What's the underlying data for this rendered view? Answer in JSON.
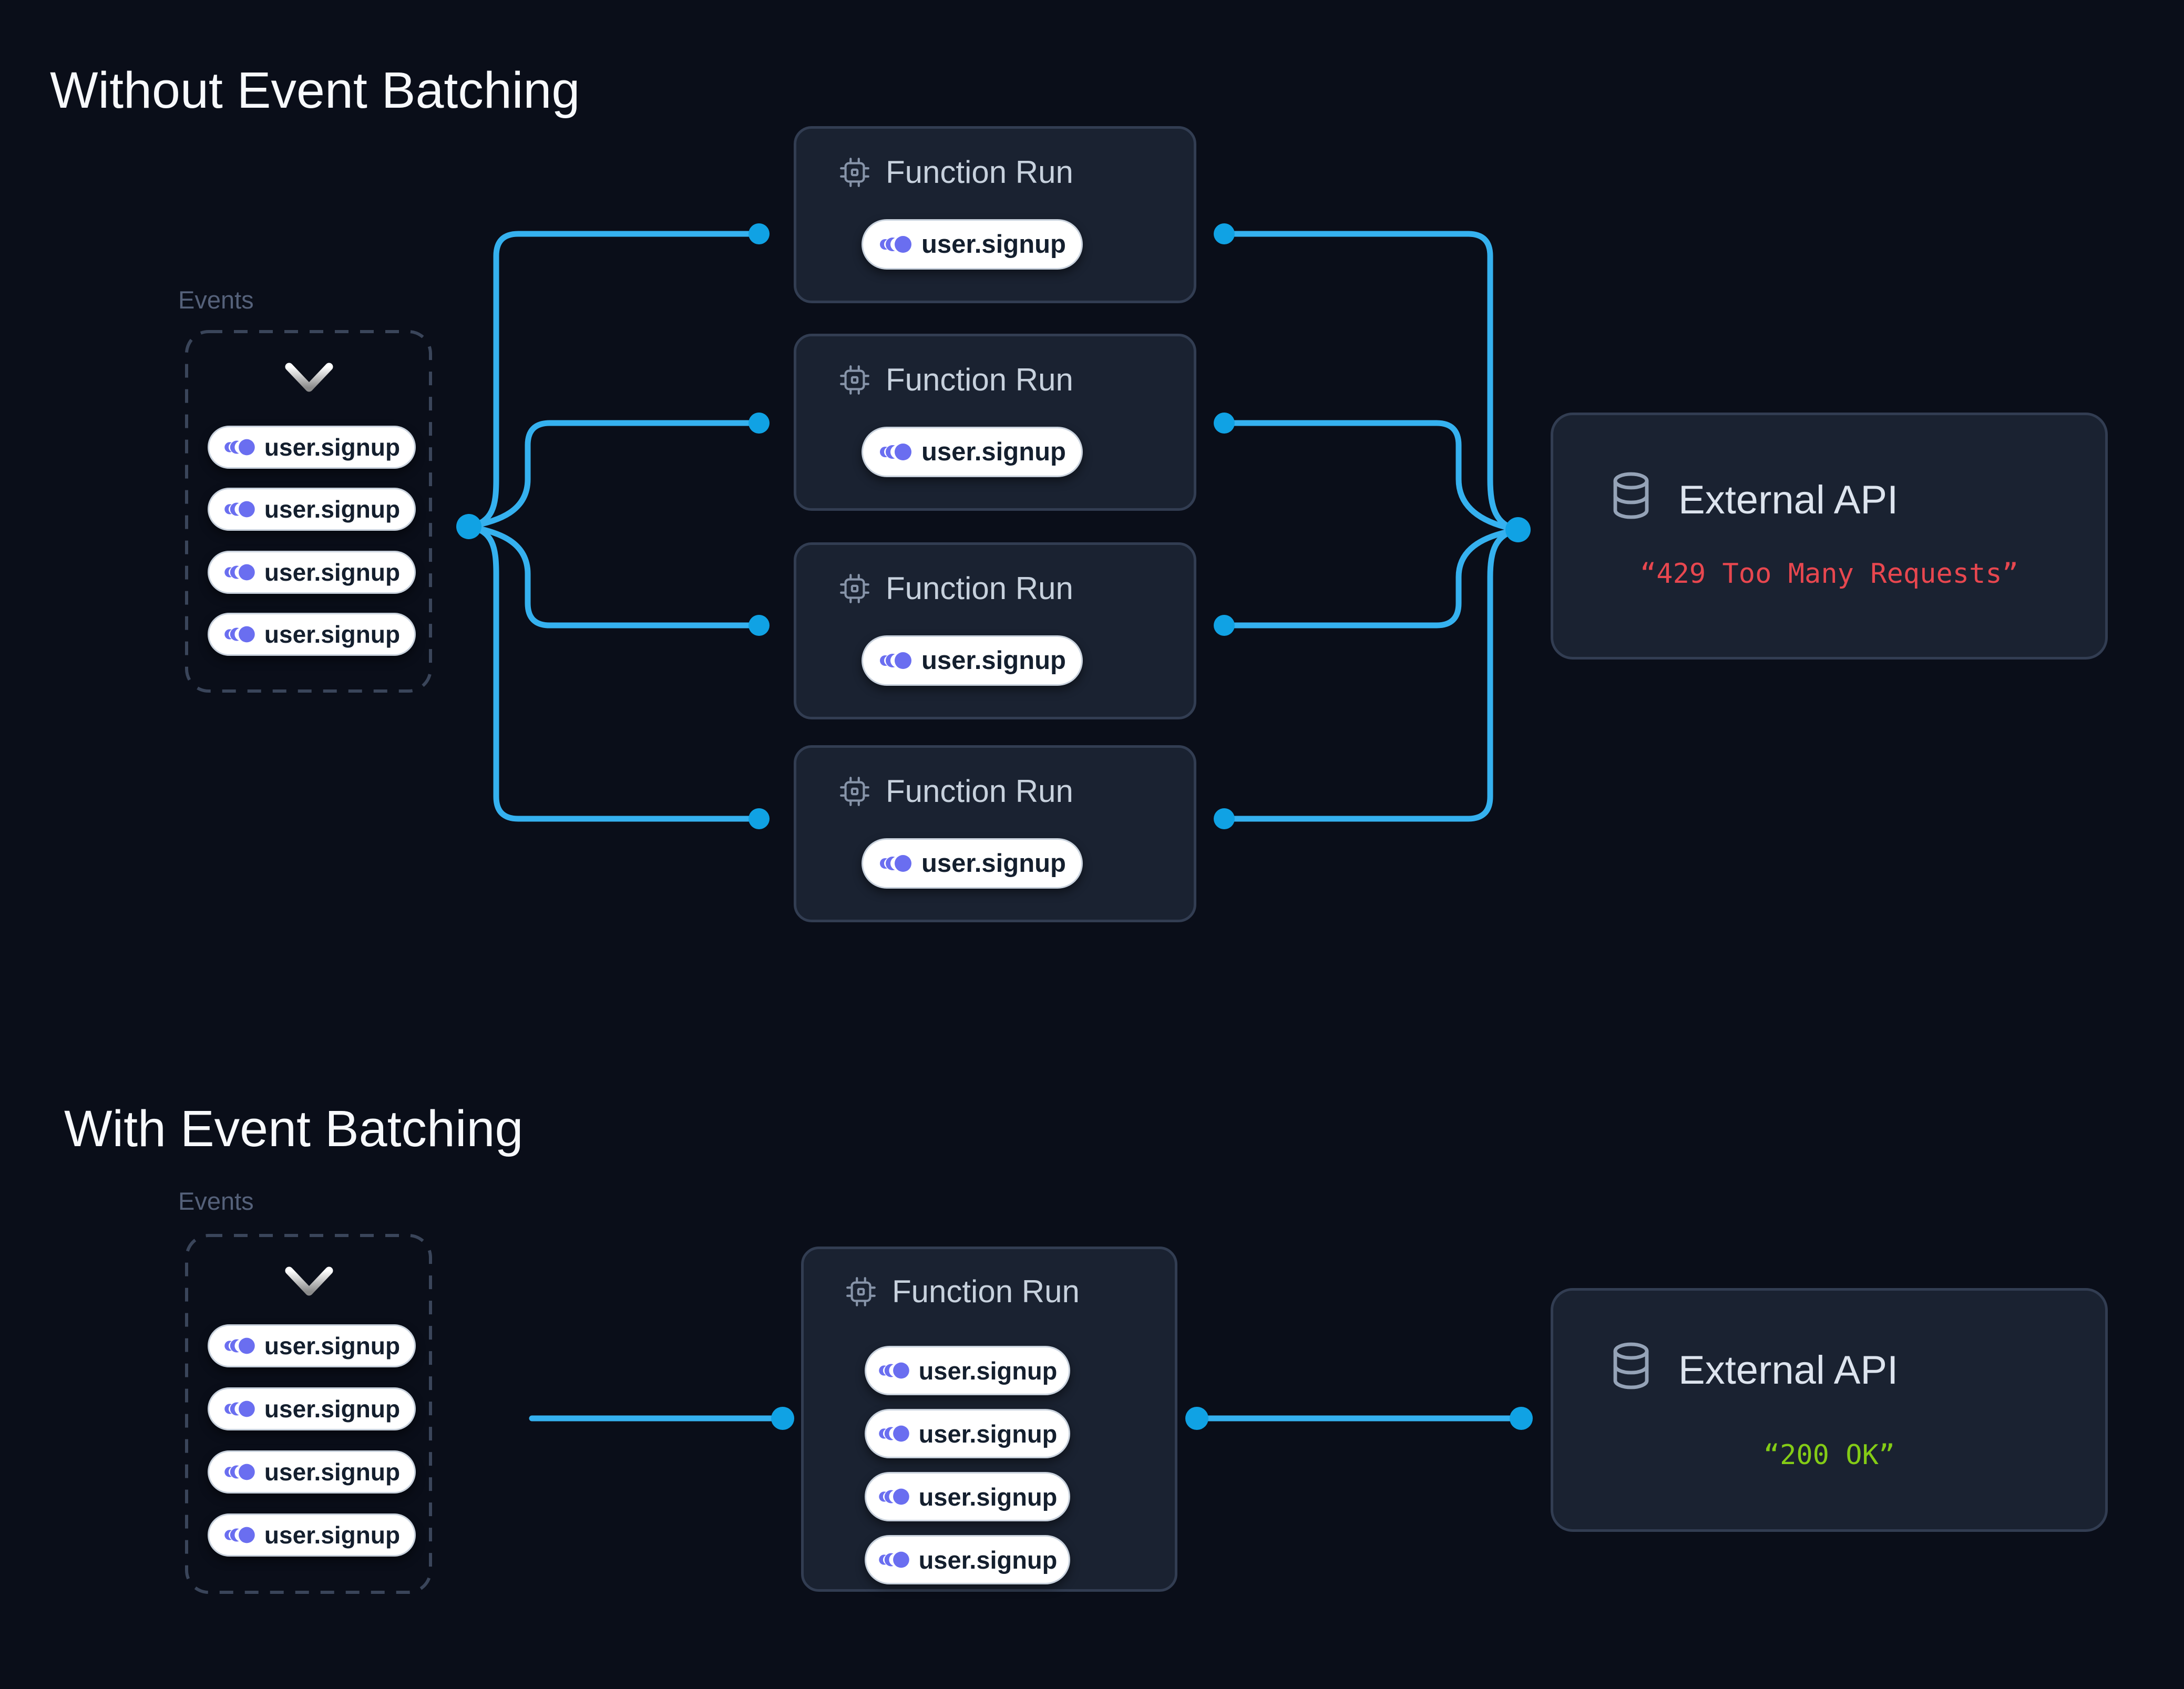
{
  "colors": {
    "background": "#0a0e19",
    "card": "#1a2231",
    "card_border": "#323d52",
    "dashed_border": "#3a455a",
    "muted_label": "#55617a",
    "heading": "#f7f9fc",
    "run_label": "#c7d1dd",
    "api_label": "#dde4ee",
    "pill_text": "#141f2e",
    "pill_border": "#c9d2dd",
    "event_icon": "#6a6ef0",
    "wire": "#35b1ef",
    "wire_dot": "#10a2e4",
    "error": "#e8474f",
    "success": "#84cc16",
    "chip_icon": "#8794a9",
    "db_icon": "#95a3b7"
  },
  "icons": {
    "function_run": "cpu-chip-icon",
    "external_api": "database-icon",
    "event": "event-pulse-icon",
    "batch": "chevron-down-icon"
  },
  "sections": [
    {
      "title": "Without Event Batching",
      "events": {
        "label": "Events",
        "items": [
          "user.signup",
          "user.signup",
          "user.signup",
          "user.signup"
        ]
      },
      "runs": [
        {
          "label": "Function Run",
          "events": [
            "user.signup"
          ]
        },
        {
          "label": "Function Run",
          "events": [
            "user.signup"
          ]
        },
        {
          "label": "Function Run",
          "events": [
            "user.signup"
          ]
        },
        {
          "label": "Function Run",
          "events": [
            "user.signup"
          ]
        }
      ],
      "api": {
        "label": "External API",
        "status": "“429 Too Many Requests”"
      }
    },
    {
      "title": "With Event Batching",
      "events": {
        "label": "Events",
        "items": [
          "user.signup",
          "user.signup",
          "user.signup",
          "user.signup"
        ]
      },
      "runs": [
        {
          "label": "Function Run",
          "events": [
            "user.signup",
            "user.signup",
            "user.signup",
            "user.signup"
          ]
        }
      ],
      "api": {
        "label": "External API",
        "status": "“200 OK”"
      }
    }
  ]
}
